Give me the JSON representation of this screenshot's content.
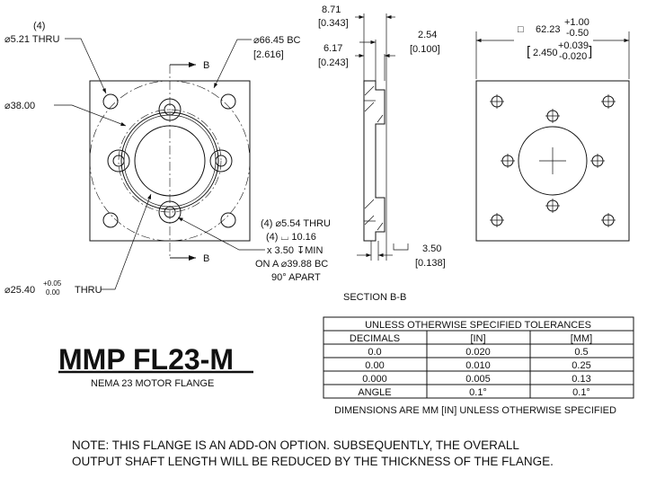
{
  "front_view": {
    "corner_holes_qty": "(4)",
    "corner_holes": "⌀5.21 THRU",
    "bolt_circle": "⌀66.45 BC",
    "bolt_circle_in": "[2.616]",
    "pilot": "⌀38.00",
    "bore": "⌀25.40",
    "bore_tol_plus": "+0.05",
    "bore_tol_minus": "0.00",
    "bore_thru": "THRU",
    "section_label": "B",
    "motor_holes": [
      "(4)  ⌀5.54 THRU",
      "(4) ⌴ 10.16",
      "x 3.50 ↧MIN",
      "ON A  ⌀39.88 BC",
      "90° APART"
    ]
  },
  "section_view": {
    "dim_total": "8.71",
    "dim_total_in": "[0.343]",
    "dim_mid": "6.17",
    "dim_mid_in": "[0.243]",
    "dim_step": "2.54",
    "dim_step_in": "[0.100]",
    "dim_cb": "3.50",
    "dim_cb_in": "[0.138]",
    "label": "SECTION B-B"
  },
  "side_view": {
    "square": "□",
    "width": "62.23",
    "width_plus": "+1.00",
    "width_minus": "-0.50",
    "width_in": "2.450",
    "width_in_plus": "+0.039",
    "width_in_minus": "-0.020"
  },
  "title_block": {
    "part": "MMP FL23-M",
    "description": "NEMA 23 MOTOR FLANGE"
  },
  "tolerances": {
    "title": "UNLESS OTHERWISE SPECIFIED TOLERANCES",
    "headers": [
      "DECIMALS",
      "[IN]",
      "[MM]"
    ],
    "rows": [
      [
        "0.0",
        "0.020",
        "0.5"
      ],
      [
        "0.00",
        "0.010",
        "0.25"
      ],
      [
        "0.000",
        "0.005",
        "0.13"
      ],
      [
        "ANGLE",
        "0.1°",
        "0.1°"
      ]
    ],
    "units_note": "DIMENSIONS ARE MM [IN] UNLESS OTHERWISE SPECIFIED"
  },
  "note": [
    "NOTE: THIS FLANGE IS AN ADD-ON OPTION. SUBSEQUENTLY, THE OVERALL",
    "OUTPUT SHAFT LENGTH WILL BE REDUCED BY THE THICKNESS OF THE FLANGE."
  ]
}
